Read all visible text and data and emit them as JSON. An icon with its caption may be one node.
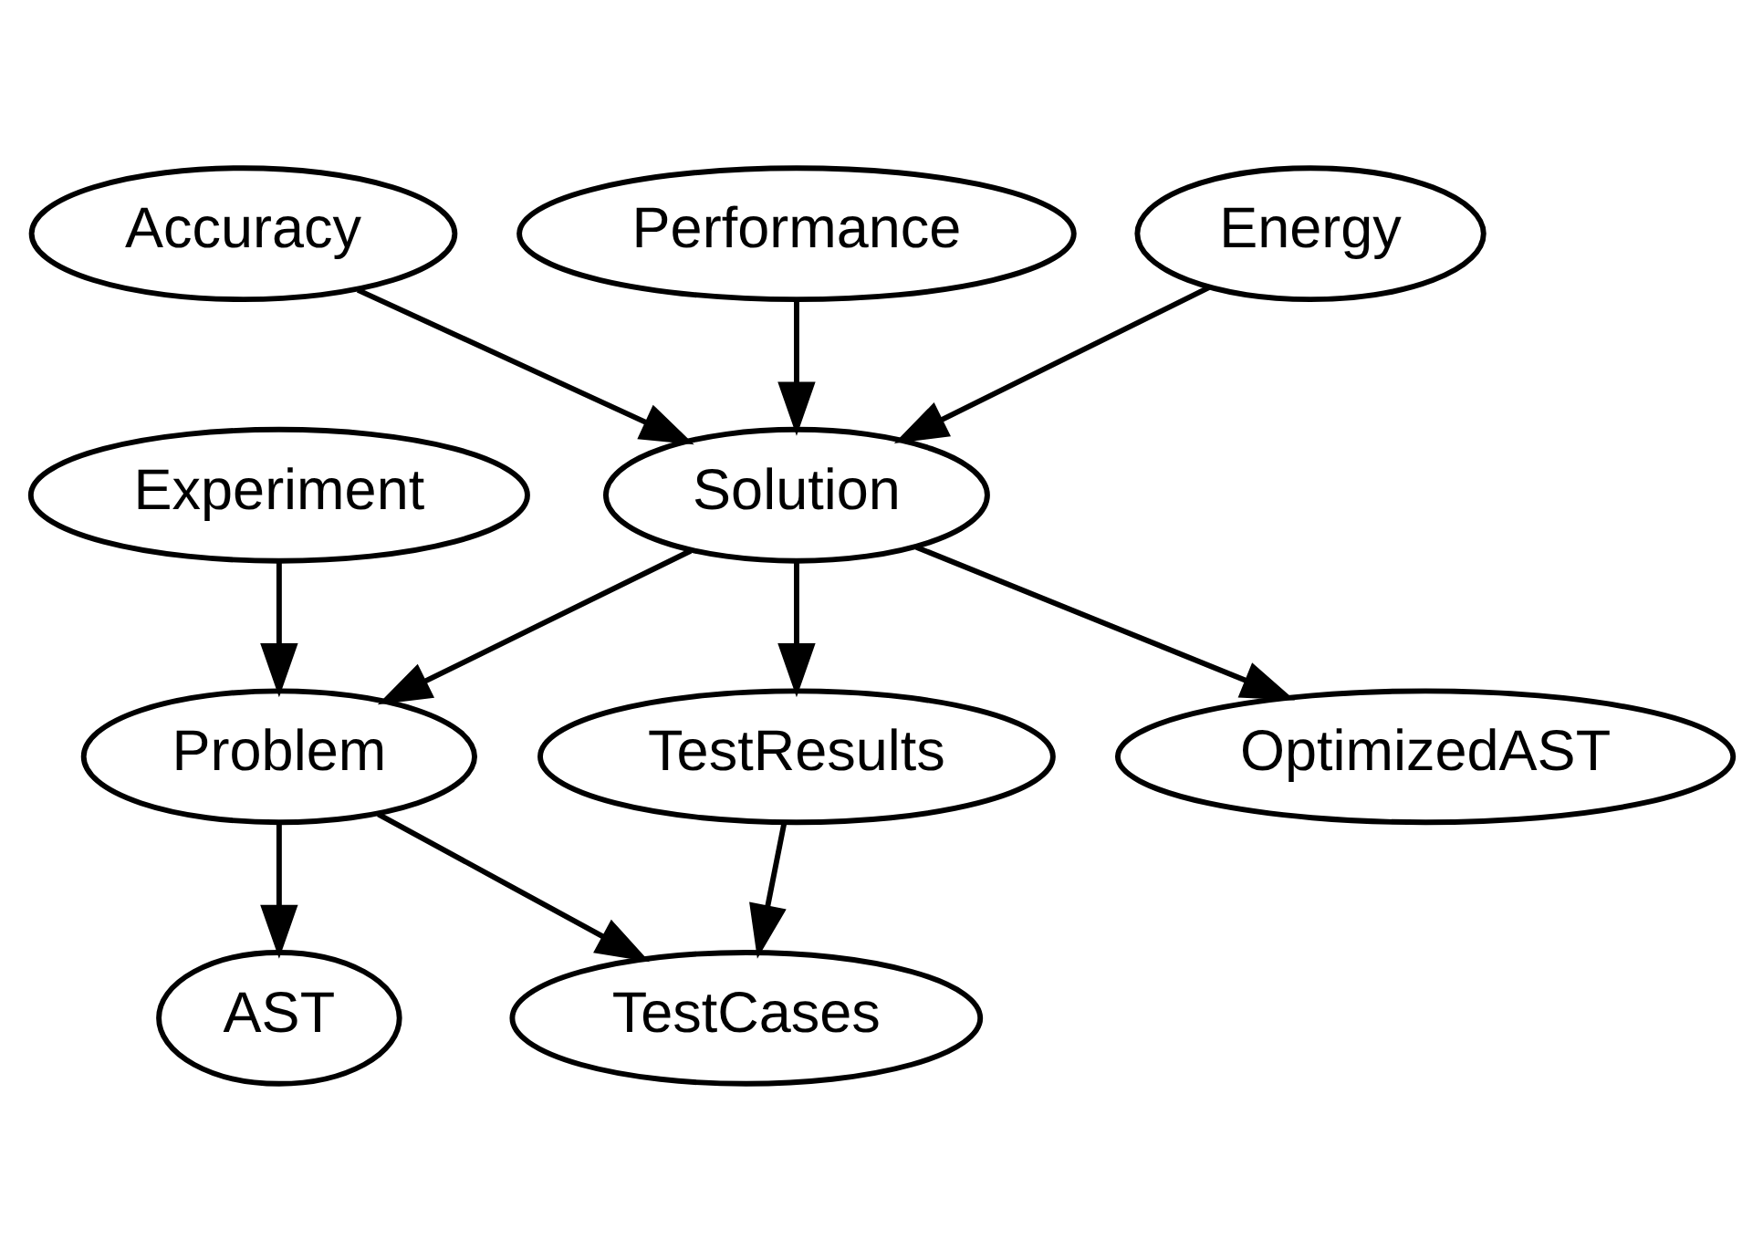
{
  "diagram": {
    "nodes": [
      {
        "text": [
          "Accuracy"
        ]
      },
      {
        "text": [
          "Performance"
        ]
      },
      {
        "text": [
          "Energy"
        ]
      },
      {
        "text": [
          "Experiment"
        ]
      },
      {
        "text": [
          "Solution"
        ]
      },
      {
        "text": [
          "Problem"
        ]
      },
      {
        "text": [
          "TestResults"
        ]
      },
      {
        "text": [
          "OptimizedAST"
        ]
      },
      {
        "text": [
          "AST"
        ]
      },
      {
        "text": [
          "TestCases"
        ]
      }
    ],
    "edges": [
      {
        "from": 0,
        "to": 4,
        "arrow": "to"
      },
      {
        "from": 1,
        "to": 4,
        "arrow": "to"
      },
      {
        "from": 2,
        "to": 4,
        "arrow": "to"
      },
      {
        "from": 3,
        "to": 5,
        "arrow": "to"
      },
      {
        "from": 4,
        "to": 5,
        "arrow": "to"
      },
      {
        "from": 4,
        "to": 6,
        "arrow": "to"
      },
      {
        "from": 4,
        "to": 7,
        "arrow": "to"
      },
      {
        "from": 5,
        "to": 8,
        "arrow": "to"
      },
      {
        "from": 5,
        "to": 9,
        "arrow": "to"
      },
      {
        "from": 6,
        "to": 9,
        "arrow": "to"
      }
    ]
  }
}
